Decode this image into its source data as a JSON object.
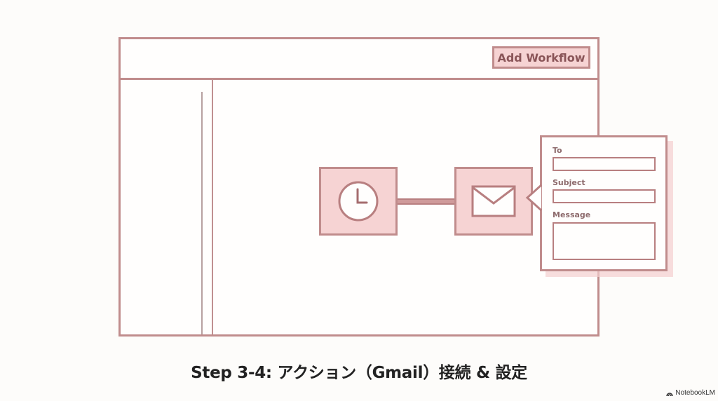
{
  "window": {
    "toolbar": {
      "add_workflow_label": "Add Workflow"
    }
  },
  "workflow": {
    "nodes": [
      {
        "type": "trigger",
        "icon": "clock-icon"
      },
      {
        "type": "action",
        "icon": "mail-icon"
      }
    ],
    "connection": "trigger-to-action"
  },
  "action_panel": {
    "fields": [
      {
        "label": "To",
        "value": ""
      },
      {
        "label": "Subject",
        "value": ""
      },
      {
        "label": "Message",
        "value": ""
      }
    ]
  },
  "caption": "Step 3-4: アクション（Gmail）接続 & 設定",
  "watermark": "NotebookLM",
  "colors": {
    "stroke": "#c08c8c",
    "fill": "#f6d3d3",
    "text_accent": "#8a5558"
  }
}
